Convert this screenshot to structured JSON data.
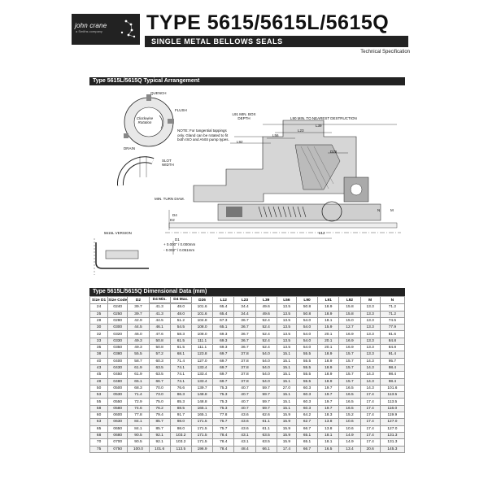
{
  "header": {
    "brand": "john crane",
    "brand_sub": "a Smiths company",
    "title": "TYPE 5615/5615L/5615Q",
    "subtitle": "SINGLE METAL BELLOWS SEALS",
    "tech_spec": "Technical Specification"
  },
  "arrangement": {
    "heading": "Type 5615L/5615Q Typical Arrangement",
    "labels": {
      "quench": "QUENCH",
      "flush": "FLUSH",
      "drain": "DRAIN",
      "rotation": "Clockwise Rotation",
      "note": "NOTE: For tangential tappings only. Gland can be rotated to fit both ISO and ANSI pump types.",
      "slot_width": "SLOT WIDTH",
      "min_turn_diam": "MIN. TURN DIAM.",
      "d4": "D4",
      "d2": "D2",
      "d1": "D1",
      "tol1": "+ 0.000\" / 0.000mm",
      "tol2": "- 0.002\" / 0.051mm",
      "version": "5615L VERSION",
      "l91": "L91 MIN. BOX DEPTH",
      "l90": "L90 MIN. TO NEAREST DESTRUCTION",
      "l56": "L56",
      "l23": "L23",
      "l92": "L92",
      "l39": "L39",
      "d26": "D26",
      "l12": "L12",
      "n": "N",
      "m": "M"
    }
  },
  "dimensional": {
    "heading": "Type 5615L/5615Q Dimensional Data (mm)",
    "columns": [
      "Size D1",
      "Size Code",
      "D2",
      "D4 Min.",
      "D4 Max.",
      "D26",
      "L12",
      "L23",
      "L39",
      "L56",
      "L90",
      "L91",
      "L92",
      "M",
      "N"
    ],
    "rows": [
      [
        "24",
        "0240",
        "39.7",
        "41.3",
        "48.0",
        "101.6",
        "65.4",
        "34.4",
        "49.6",
        "13.5",
        "50.8",
        "18.9",
        "15.8",
        "13.3",
        "71.2"
      ],
      [
        "25",
        "0250",
        "39.7",
        "41.3",
        "48.0",
        "101.6",
        "65.4",
        "34.4",
        "49.6",
        "13.5",
        "50.8",
        "18.9",
        "15.8",
        "13.3",
        "71.2"
      ],
      [
        "28",
        "0280",
        "42.9",
        "44.5",
        "51.2",
        "104.8",
        "67.3",
        "36.7",
        "52.4",
        "13.5",
        "54.0",
        "18.1",
        "15.0",
        "13.3",
        "74.5"
      ],
      [
        "30",
        "0300",
        "44.5",
        "46.1",
        "54.5",
        "108.0",
        "65.1",
        "36.7",
        "52.4",
        "13.5",
        "54.0",
        "15.9",
        "12.7",
        "13.3",
        "77.9"
      ],
      [
        "32",
        "0320",
        "46.0",
        "47.6",
        "58.3",
        "108.0",
        "69.3",
        "36.7",
        "52.4",
        "13.5",
        "54.0",
        "20.1",
        "16.9",
        "13.3",
        "81.6"
      ],
      [
        "33",
        "0330",
        "49.3",
        "50.8",
        "61.5",
        "111.1",
        "69.3",
        "36.7",
        "52.4",
        "13.5",
        "54.0",
        "20.1",
        "16.9",
        "13.3",
        "84.8"
      ],
      [
        "35",
        "0350",
        "49.3",
        "50.8",
        "61.5",
        "111.1",
        "69.3",
        "36.7",
        "52.4",
        "13.5",
        "54.0",
        "20.1",
        "16.9",
        "13.3",
        "84.8"
      ],
      [
        "38",
        "0380",
        "55.5",
        "57.2",
        "68.1",
        "123.8",
        "69.7",
        "37.8",
        "54.0",
        "15.1",
        "55.5",
        "18.9",
        "15.7",
        "13.3",
        "91.4"
      ],
      [
        "40",
        "0400",
        "58.7",
        "60.3",
        "71.4",
        "127.0",
        "69.7",
        "37.8",
        "54.0",
        "15.1",
        "55.5",
        "18.9",
        "15.7",
        "14.3",
        "95.7"
      ],
      [
        "43",
        "0430",
        "61.9",
        "63.5",
        "74.1",
        "133.4",
        "69.7",
        "37.8",
        "54.0",
        "15.1",
        "55.5",
        "18.9",
        "15.7",
        "14.3",
        "98.4"
      ],
      [
        "45",
        "0450",
        "61.9",
        "63.5",
        "74.1",
        "133.4",
        "69.7",
        "37.8",
        "54.0",
        "15.1",
        "55.5",
        "18.9",
        "15.7",
        "14.3",
        "98.4"
      ],
      [
        "48",
        "0480",
        "65.1",
        "66.7",
        "74.1",
        "133.4",
        "69.7",
        "37.8",
        "54.0",
        "15.1",
        "55.5",
        "18.9",
        "15.7",
        "14.3",
        "98.4"
      ],
      [
        "50",
        "0500",
        "68.3",
        "70.0",
        "76.6",
        "139.7",
        "75.3",
        "40.7",
        "59.7",
        "27.0",
        "60.3",
        "19.7",
        "16.5",
        "14.3",
        "101.6"
      ],
      [
        "53",
        "0530",
        "71.4",
        "73.0",
        "86.3",
        "148.8",
        "75.3",
        "40.7",
        "59.7",
        "15.1",
        "60.3",
        "19.7",
        "16.5",
        "17.4",
        "113.5"
      ],
      [
        "55",
        "0550",
        "72.9",
        "75.0",
        "85.3",
        "148.8",
        "75.3",
        "40.7",
        "59.7",
        "15.1",
        "60.3",
        "19.7",
        "16.5",
        "17.4",
        "113.5"
      ],
      [
        "58",
        "0580",
        "74.6",
        "76.2",
        "88.5",
        "165.1",
        "75.3",
        "40.7",
        "59.7",
        "15.1",
        "60.3",
        "19.7",
        "16.5",
        "17.4",
        "116.0"
      ],
      [
        "60",
        "0600",
        "77.8",
        "79.4",
        "91.7",
        "165.1",
        "77.8",
        "43.6",
        "62.6",
        "15.9",
        "64.2",
        "18.3",
        "15.2",
        "17.4",
        "119.9"
      ],
      [
        "63",
        "0630",
        "84.1",
        "85.7",
        "98.0",
        "171.5",
        "75.7",
        "43.6",
        "61.1",
        "15.9",
        "62.7",
        "13.8",
        "10.6",
        "17.4",
        "127.0"
      ],
      [
        "65",
        "0650",
        "84.1",
        "85.7",
        "98.0",
        "171.5",
        "75.7",
        "43.6",
        "61.1",
        "15.9",
        "66.7",
        "13.8",
        "10.6",
        "17.4",
        "127.0"
      ],
      [
        "68",
        "0680",
        "90.5",
        "92.1",
        "103.2",
        "171.5",
        "78.4",
        "43.1",
        "63.5",
        "15.9",
        "65.1",
        "18.1",
        "14.9",
        "17.4",
        "131.3"
      ],
      [
        "70",
        "0700",
        "90.5",
        "92.1",
        "103.2",
        "171.5",
        "78.4",
        "43.1",
        "63.5",
        "15.9",
        "65.1",
        "18.1",
        "14.9",
        "17.4",
        "131.3"
      ],
      [
        "75",
        "0750",
        "100.0",
        "101.6",
        "113.5",
        "196.9",
        "78.4",
        "48.4",
        "66.1",
        "17.4",
        "66.7",
        "16.5",
        "13.4",
        "20.6",
        "145.3"
      ]
    ]
  }
}
